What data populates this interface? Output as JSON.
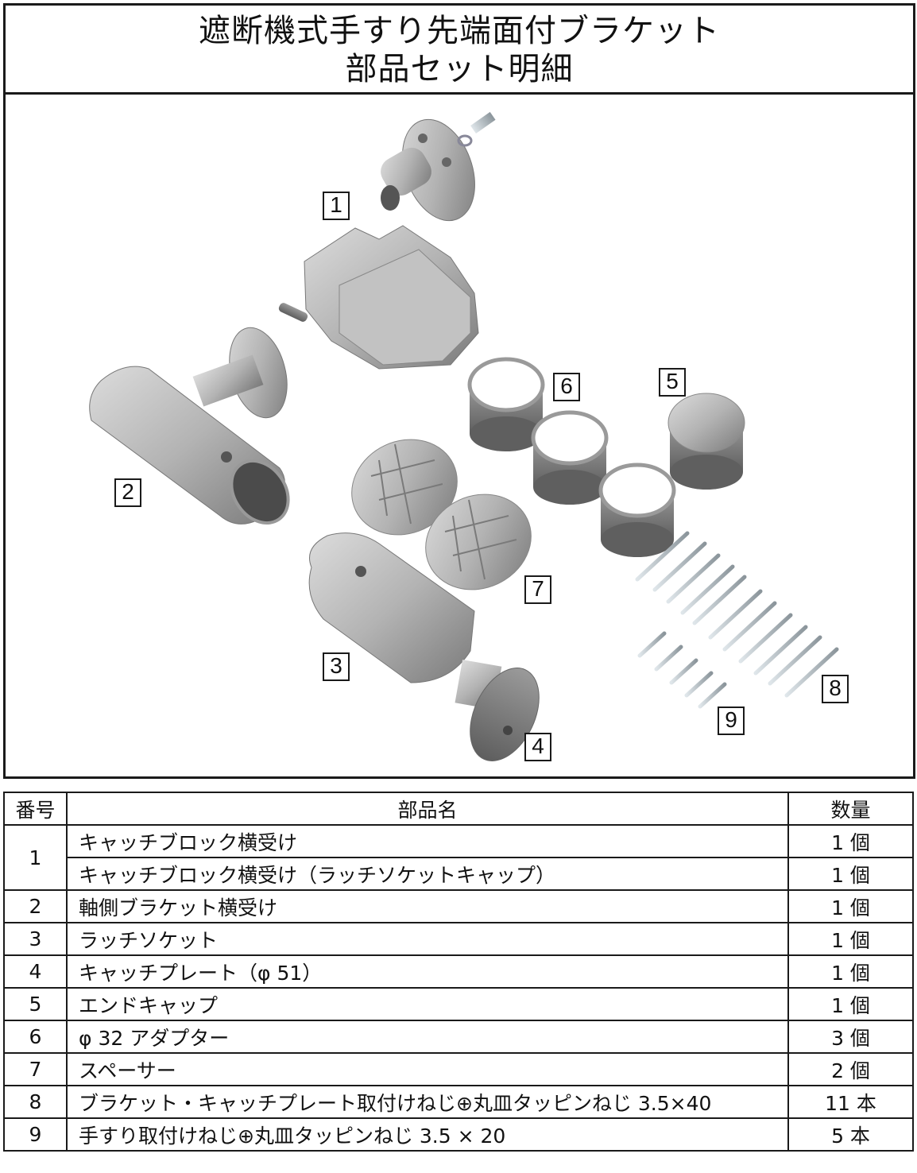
{
  "title": {
    "line1": "遮断機式手すり先端面付ブラケット",
    "line2": "部品セット明細"
  },
  "illustration": {
    "callouts": [
      {
        "id": "1",
        "label": "1"
      },
      {
        "id": "2",
        "label": "2"
      },
      {
        "id": "3",
        "label": "3"
      },
      {
        "id": "4",
        "label": "4"
      },
      {
        "id": "5",
        "label": "5"
      },
      {
        "id": "6",
        "label": "6"
      },
      {
        "id": "7",
        "label": "7"
      },
      {
        "id": "8",
        "label": "8"
      },
      {
        "id": "9",
        "label": "9"
      }
    ],
    "colors": {
      "metal_light": "#c9c9c9",
      "metal_mid": "#a6a6a6",
      "metal_dark": "#6f6f6f",
      "screw": "#b8c2c8",
      "border": "#1a1a1a"
    }
  },
  "table": {
    "headers": {
      "no": "番号",
      "name": "部品名",
      "qty": "数量"
    },
    "rows": [
      {
        "no": "1",
        "name": "キャッチブロック横受け",
        "qty": "1 個"
      },
      {
        "no": "",
        "name": "キャッチブロック横受け（ラッチソケットキャップ）",
        "qty": "1 個"
      },
      {
        "no": "2",
        "name": "軸側ブラケット横受け",
        "qty": "1 個"
      },
      {
        "no": "3",
        "name": "ラッチソケット",
        "qty": "1 個"
      },
      {
        "no": "4",
        "name": "キャッチプレート（φ 51）",
        "qty": "1 個"
      },
      {
        "no": "5",
        "name": "エンドキャップ",
        "qty": "1 個"
      },
      {
        "no": "6",
        "name": "φ 32 アダプター",
        "qty": "3 個"
      },
      {
        "no": "7",
        "name": "スペーサー",
        "qty": "2 個"
      },
      {
        "no": "8",
        "name": "ブラケット・キャッチプレート取付けねじ⊕丸皿タッピンねじ 3.5×40",
        "qty": "11 本"
      },
      {
        "no": "9",
        "name": "手すり取付けねじ⊕丸皿タッピンねじ 3.5 × 20",
        "qty": "5 本"
      }
    ]
  }
}
